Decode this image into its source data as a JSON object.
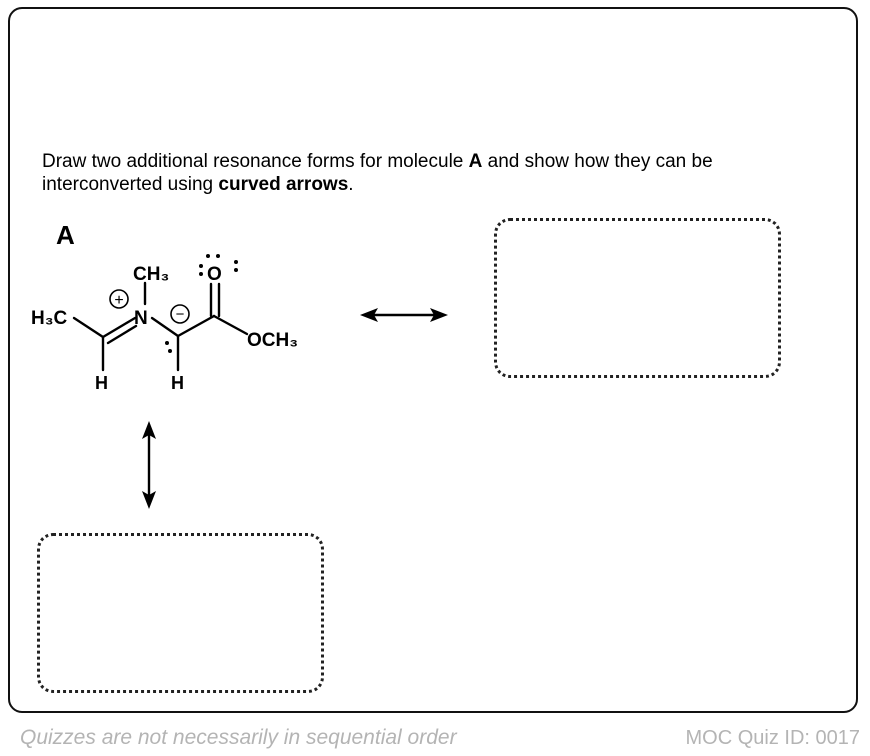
{
  "question": {
    "part1": "Draw two additional resonance forms for molecule ",
    "molecule_label": "A",
    "part2": " and show how they can be interconverted using ",
    "emphasis": "curved arrows",
    "part3": "."
  },
  "molecule": {
    "label": "A",
    "atoms": {
      "methyl_left": "H₃C",
      "nitrogen": "N",
      "methyl_top": "CH₃",
      "oxygen": "O",
      "methoxy": "OCH₃",
      "hydrogen_left": "H",
      "hydrogen_right": "H"
    },
    "charges": {
      "plus": "+",
      "minus": "−"
    }
  },
  "footer": {
    "left": "Quizzes are not necessarily in sequential order",
    "right": "MOC Quiz ID: 0017"
  }
}
